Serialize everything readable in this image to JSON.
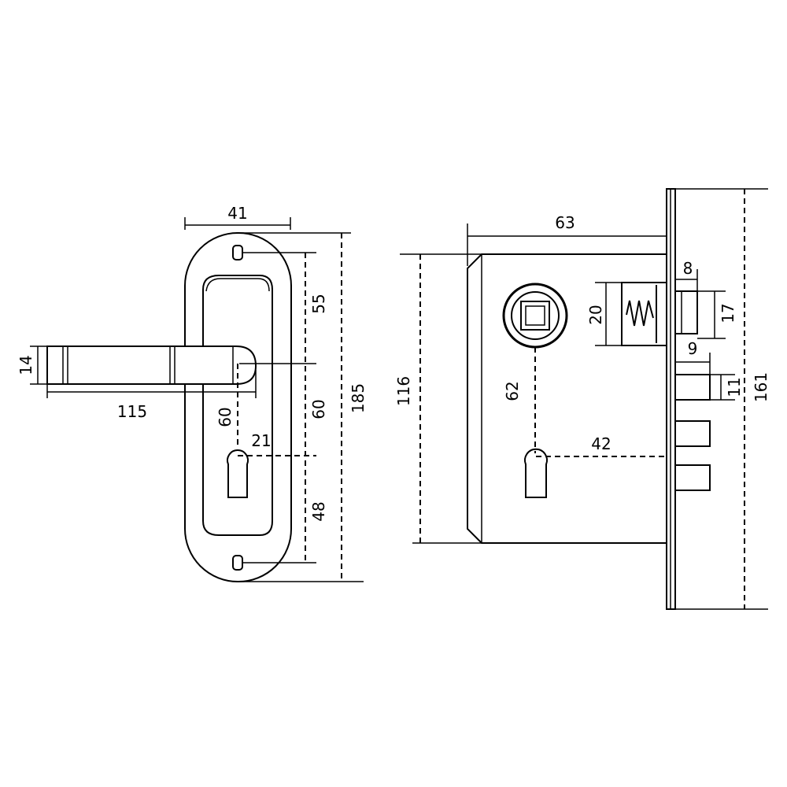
{
  "colors": {
    "stroke": "#000000",
    "background": "#ffffff"
  },
  "handle": {
    "dim_plate_width": "41",
    "dim_lever_thickness": "14",
    "dim_lever_length": "115",
    "dim_top_to_spindle": "55",
    "dim_spindle_to_key_right": "60",
    "dim_spindle_to_key_left": "60",
    "dim_key_to_bottom": "48",
    "dim_plate_height": "185",
    "dim_key_hole": "21"
  },
  "lock": {
    "dim_backset": "63",
    "dim_body_height": "116",
    "dim_spindle_to_key": "62",
    "dim_key_to_faceplate": "42",
    "dim_latch_projection": "8",
    "dim_latch_height": "20",
    "dim_latch_face": "17",
    "dim_bolt_projection": "9",
    "dim_bolt_height": "11",
    "dim_faceplate_height": "161"
  }
}
